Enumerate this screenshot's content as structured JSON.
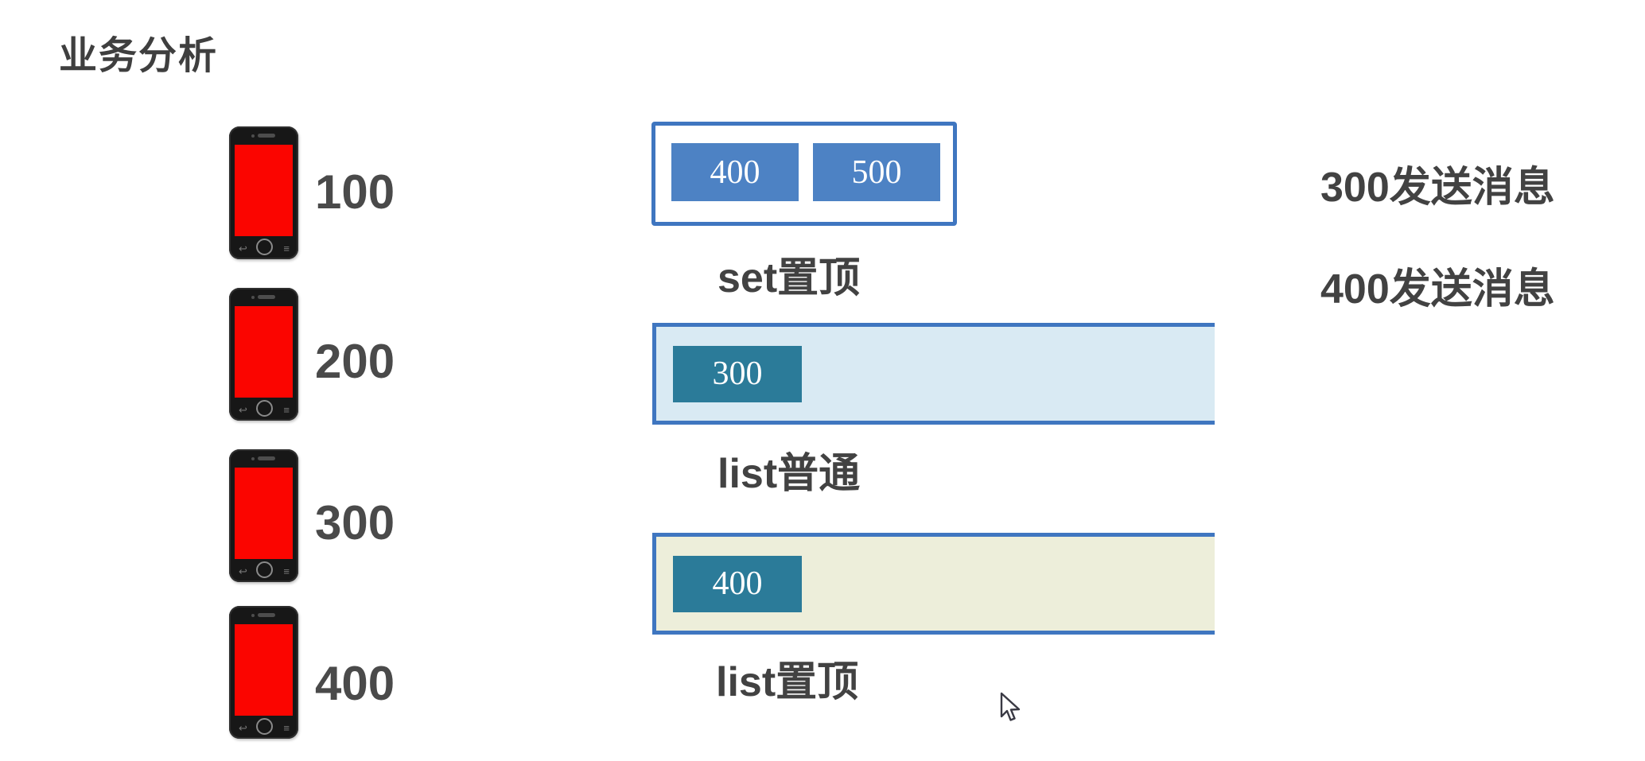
{
  "title": "业务分析",
  "phones": [
    {
      "label": "100"
    },
    {
      "label": "200"
    },
    {
      "label": "300"
    },
    {
      "label": "400"
    }
  ],
  "set_group": {
    "caption": "set置顶",
    "items": [
      {
        "value": "400"
      },
      {
        "value": "500"
      }
    ]
  },
  "list_normal": {
    "caption": "list普通",
    "items": [
      {
        "value": "300"
      }
    ]
  },
  "list_top": {
    "caption": "list置顶",
    "items": [
      {
        "value": "400"
      }
    ]
  },
  "annotations": [
    {
      "text": "300发送消息"
    },
    {
      "text": "400发送消息"
    }
  ],
  "icons": {
    "phone_back_glyph": "↩",
    "phone_menu_glyph": "≡",
    "cursor": "arrow-pointer"
  },
  "colors": {
    "border_blue": "#3f76c0",
    "fill_blue": "#4d82c4",
    "fill_teal": "#2b7b99",
    "bg_light_blue": "#d9eaf3",
    "bg_beige": "#edeeda",
    "phone_screen_red": "#fb0500",
    "text_dark": "#424242"
  }
}
